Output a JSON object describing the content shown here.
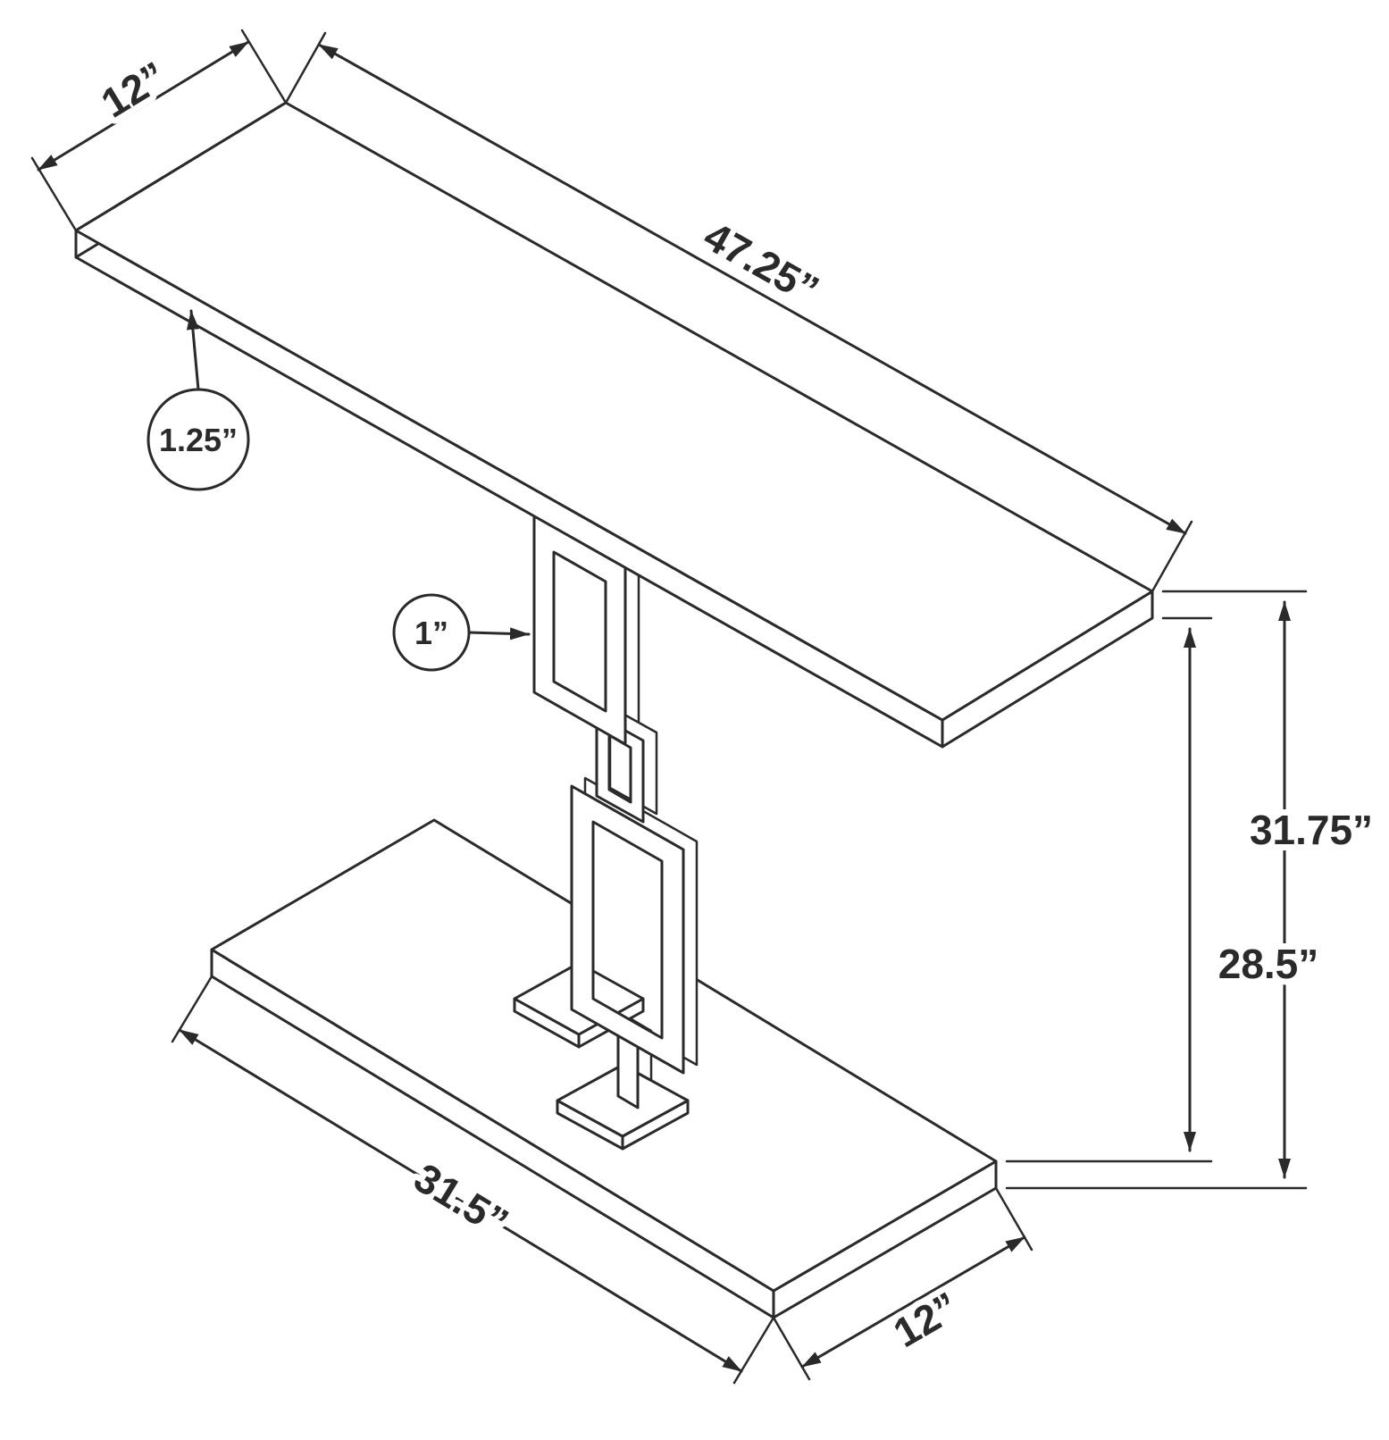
{
  "diagram": {
    "background": "#ffffff",
    "line_color": "#2a2a2a",
    "dimensions": {
      "top_depth": "12”",
      "top_length": "47.25”",
      "top_thickness": "1.25”",
      "frame_tube": "1”",
      "overall_height": "31.75”",
      "clearance_height": "28.5”",
      "shelf_length": "31.5”",
      "shelf_depth": "12”"
    }
  }
}
